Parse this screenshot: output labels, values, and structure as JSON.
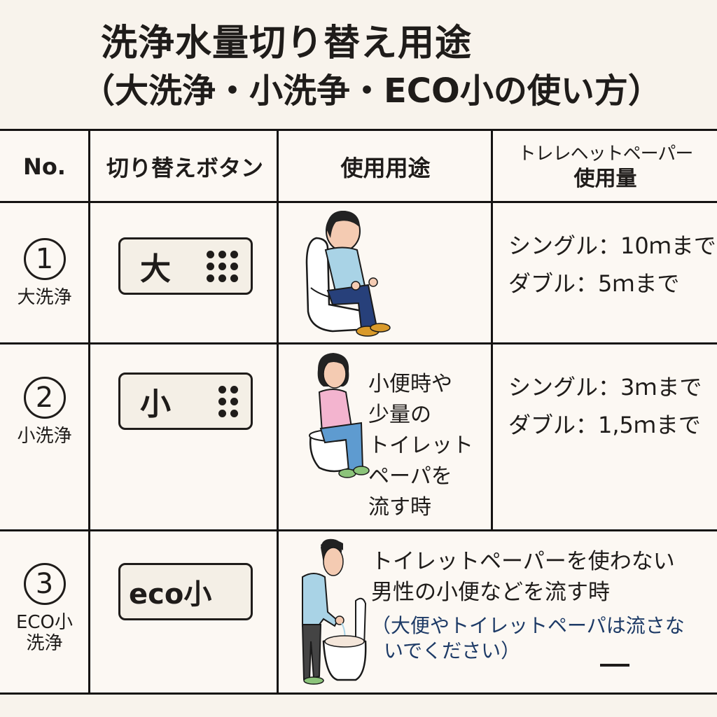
{
  "title": {
    "line1": "洗浄水量切り替え用途",
    "line2": "（大洗浄・小洗争・ECO小の使い方）"
  },
  "table": {
    "headers": {
      "no": "No.",
      "button": "切り替えボタン",
      "usage": "使用用途",
      "paper_line1": "トレレヘットペーパー",
      "paper_line2": "使用量"
    },
    "rows": [
      {
        "number": "1",
        "label": "大洗浄",
        "button_label": "大",
        "button_dots": 9,
        "illustration": "person-sitting-on-toilet-icon",
        "paper_single": "シングル：10ｍまで",
        "paper_double": "ダブル：5ｍまで"
      },
      {
        "number": "2",
        "label": "小洗浄",
        "button_label": "小",
        "button_dots": 6,
        "illustration": "woman-sitting-on-toilet-icon",
        "usage_lines": [
          "小便時や",
          "少量の",
          "トイレット",
          "ペーパを",
          "流す時"
        ],
        "paper_single": "シングル：3ｍまで",
        "paper_double": "ダブル：1,5ｍまで"
      },
      {
        "number": "3",
        "label_line1": "ECO小",
        "label_line2": "洗浄",
        "button_label": "eco小",
        "illustration": "man-standing-urinating-icon",
        "usage_line1": "トイレットペーパーを使わない",
        "usage_line2": "男性の小便などを流す時",
        "note_line1": "（大便やトイレットペーパは流さな",
        "note_line2": "いでください）",
        "paper_value": "—"
      }
    ]
  },
  "colors": {
    "background": "#f8f3ec",
    "cell": "#fcf8f3",
    "lines": "#151312",
    "note_text": "#1d3a66",
    "shirt_blue": "#a9d3e6",
    "pants_navy": "#27407a",
    "shirt_pink": "#f3b4cf",
    "pants_blue": "#5e9bd0",
    "shoes_orange": "#d99a2b",
    "shoes_green": "#8cc47a"
  }
}
